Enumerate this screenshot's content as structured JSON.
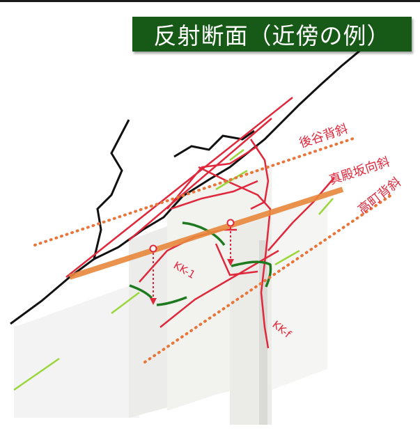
{
  "title": "反射断面（近傍の例）",
  "labels": {
    "anticline_1": "後谷背斜",
    "syncline": "真殿坂向斜",
    "anticline_2": "高町背斜",
    "fault_1": "KK-1",
    "fault_2": "KK-f"
  },
  "colors": {
    "title_bg": "#175a17",
    "fault_line": "#e0283c",
    "fold_axis": "#e8753a",
    "green_horizon": "#1f7a1f",
    "light_green": "#9ad63c",
    "coastline": "#111111"
  }
}
